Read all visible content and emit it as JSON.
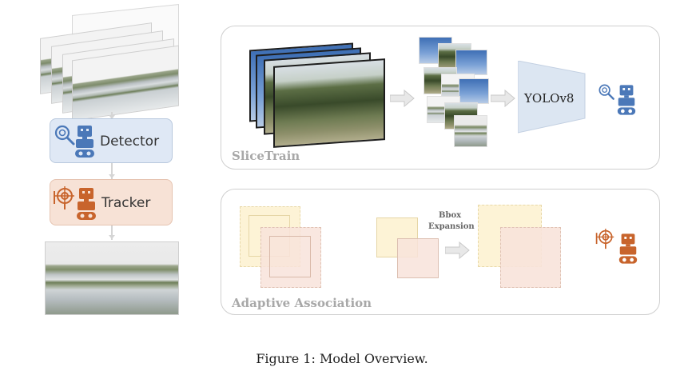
{
  "pipeline": {
    "detector_label": "Detector",
    "tracker_label": "Tracker"
  },
  "slicetrain": {
    "title": "SliceTrain",
    "model_label": "YOLOv8"
  },
  "association": {
    "title": "Adaptive Association",
    "bbox_label_line1": "Bbox",
    "bbox_label_line2": "Expansion"
  },
  "caption": "Figure 1: Model Overview.",
  "colors": {
    "detector_fill": "#dfe8f5",
    "tracker_fill": "#f7e2d6",
    "detector_icon": "#4b78b8",
    "tracker_icon": "#c8642c",
    "yolo_fill": "#dce6f2",
    "yellow_box": "#fdf3d6",
    "pink_box": "#f8e3da"
  },
  "icons": [
    "magnifier-icon",
    "robot-icon",
    "target-icon"
  ]
}
